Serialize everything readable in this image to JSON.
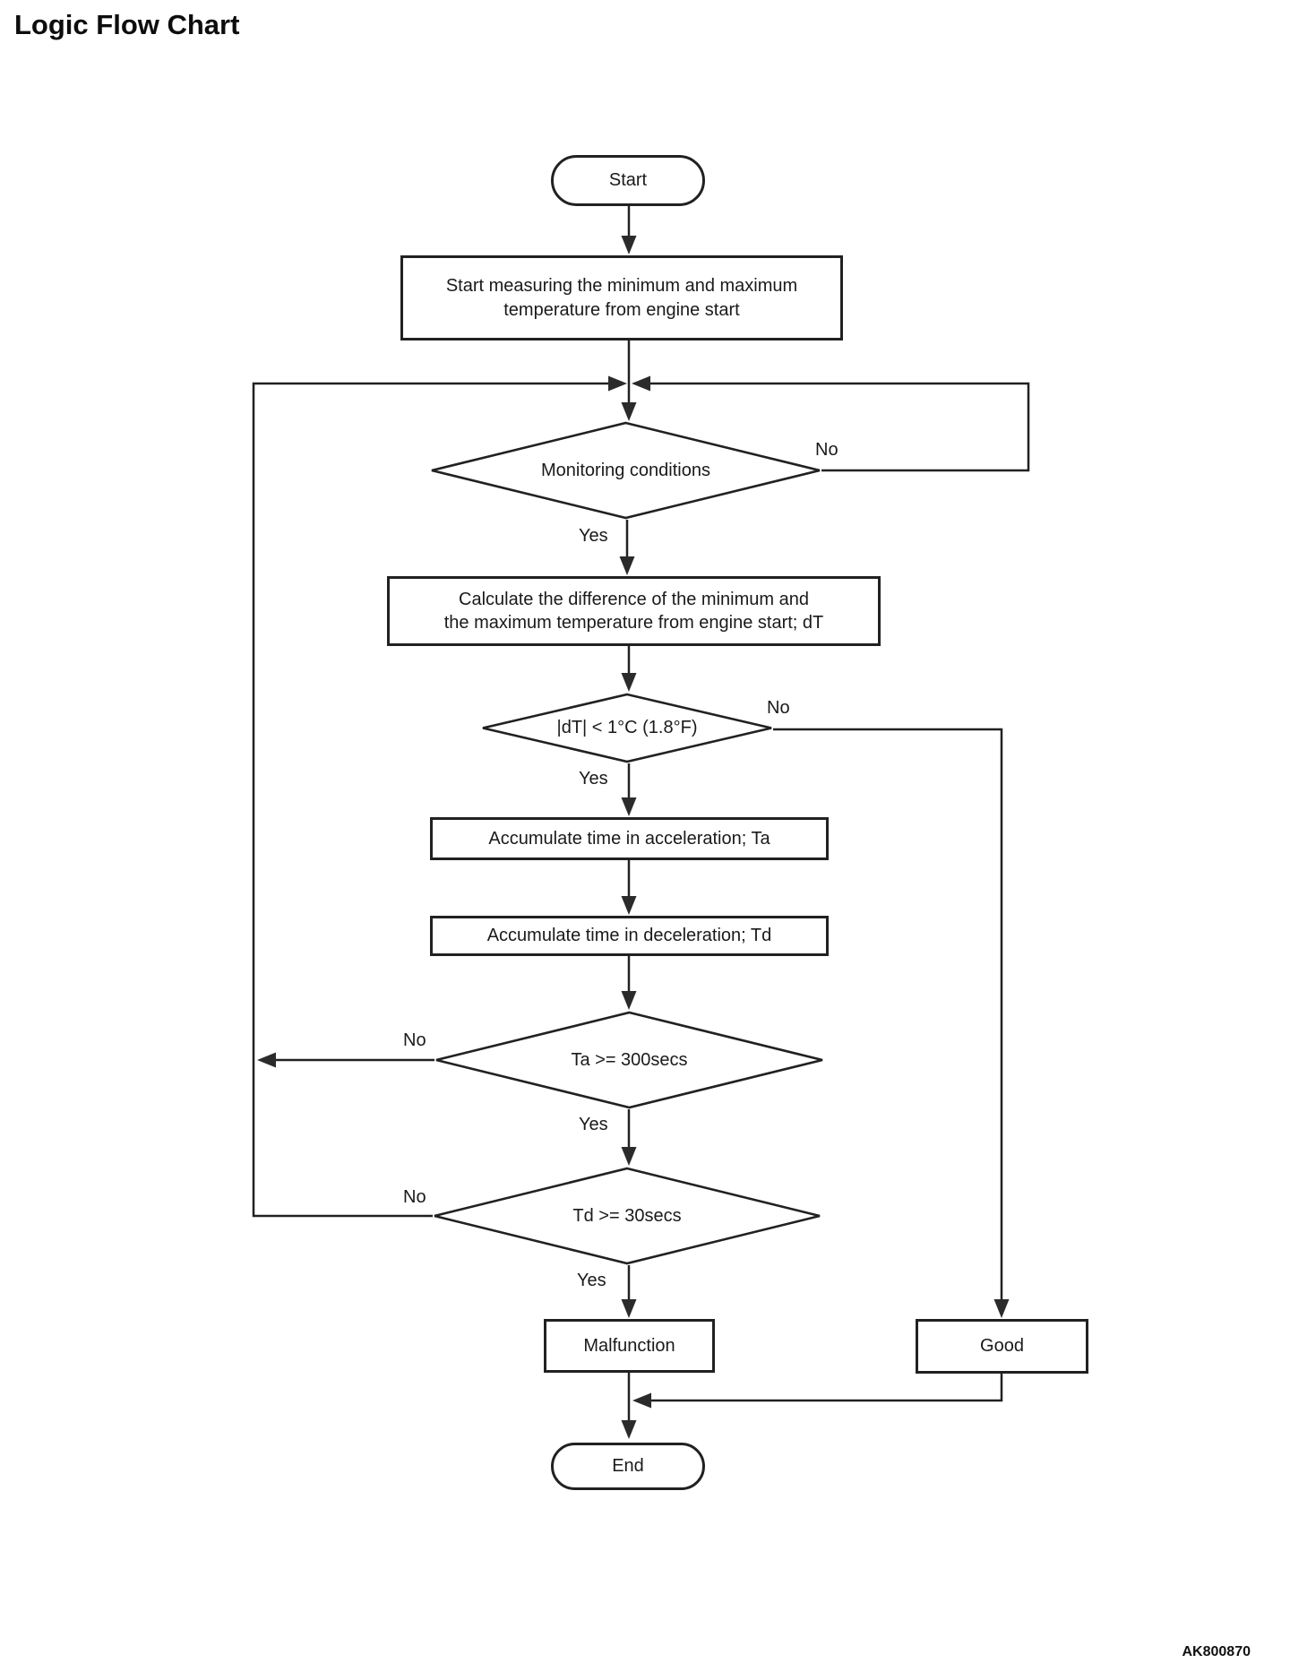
{
  "title": "Logic Flow Chart",
  "figure_code": "AK800870",
  "colors": {
    "ink": "#212121",
    "background": "#ffffff"
  },
  "nodes": {
    "start": {
      "type": "terminal",
      "label": "Start"
    },
    "measure": {
      "type": "process",
      "label": "Start measuring the minimum and maximum\ntemperature from engine start"
    },
    "monitoring": {
      "type": "decision",
      "label": "Monitoring conditions"
    },
    "calculate": {
      "type": "process",
      "label": "Calculate the difference of the minimum and\nthe maximum temperature from engine start; dT"
    },
    "dt_check": {
      "type": "decision",
      "label": "|dT| < 1°C (1.8°F)"
    },
    "accumulate_ta": {
      "type": "process",
      "label": "Accumulate time in acceleration; Ta"
    },
    "accumulate_td": {
      "type": "process",
      "label": "Accumulate time in deceleration; Td"
    },
    "ta_check": {
      "type": "decision",
      "label": "Ta >= 300secs"
    },
    "td_check": {
      "type": "decision",
      "label": "Td >= 30secs"
    },
    "malfunction": {
      "type": "process",
      "label": "Malfunction"
    },
    "good": {
      "type": "process",
      "label": "Good"
    },
    "end": {
      "type": "terminal",
      "label": "End"
    }
  },
  "edge_labels": {
    "monitoring_no": "No",
    "monitoring_yes": "Yes",
    "dt_no": "No",
    "dt_yes": "Yes",
    "ta_no": "No",
    "ta_yes": "Yes",
    "td_no": "No",
    "td_yes": "Yes"
  }
}
